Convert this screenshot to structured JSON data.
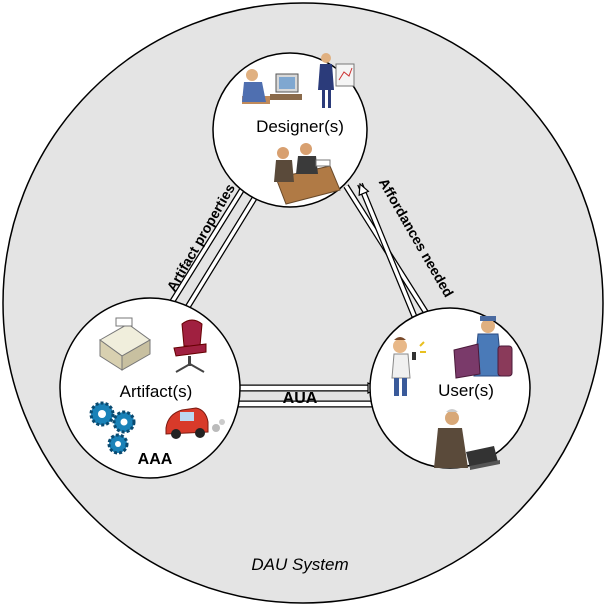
{
  "diagram": {
    "system_label": "DAU System",
    "nodes": {
      "designer": {
        "label": "Designer(s)",
        "icons": [
          "man-at-computer-icon",
          "presenter-at-chart-icon",
          "meeting-at-desk-icon"
        ]
      },
      "artifact": {
        "label": "Artifact(s)",
        "sublabel": "AAA",
        "icons": [
          "printer-icon",
          "office-chair-icon",
          "gears-icon",
          "car-icon"
        ]
      },
      "user": {
        "label": "User(s)",
        "icons": [
          "boy-with-phone-icon",
          "worker-with-bag-icon",
          "man-on-laptop-icon"
        ]
      }
    },
    "edges": {
      "artifact_designer": "Artifact properties",
      "designer_user": "Affordances needed",
      "artifact_user": "AUA"
    }
  },
  "colors": {
    "system_fill": "#e4e4e4",
    "node_fill": "#ffffff",
    "stroke": "#000000"
  }
}
